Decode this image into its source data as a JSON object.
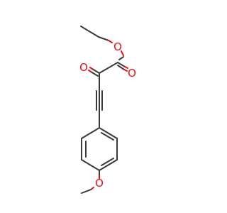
{
  "molecule": {
    "atoms": {
      "ester_single_o": "O",
      "ester_carbonyl_o": "O",
      "ketone_o": "O",
      "methoxy_o": "O"
    },
    "colors": {
      "bond": "#3a3a3a",
      "oxygen": "#e8120f",
      "background": "#ffffff"
    }
  }
}
